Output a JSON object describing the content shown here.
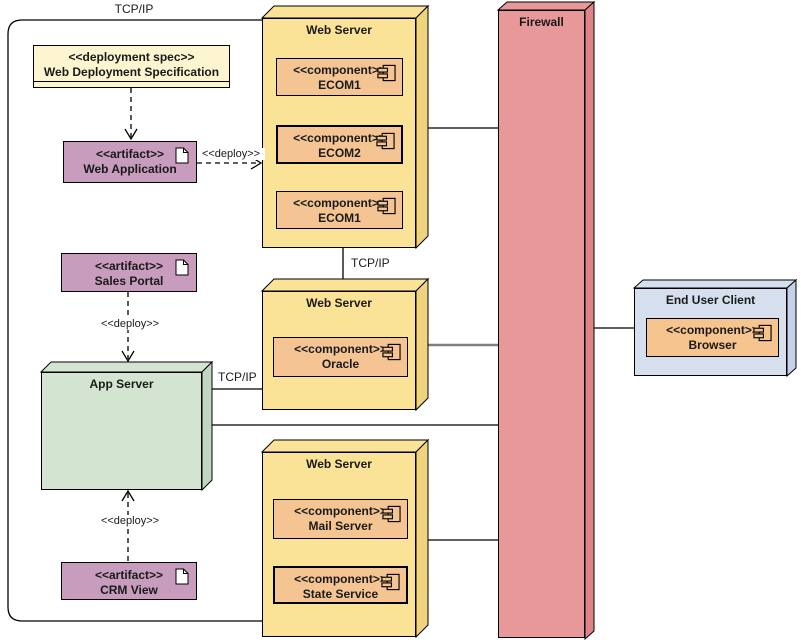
{
  "labels": {
    "tcp_ip": "TCP/IP",
    "deploy": "<<deploy>>"
  },
  "colors": {
    "node_yellow": "#FAE296",
    "component_orange": "#F4C592",
    "artifact_purple": "#C79CBC",
    "spec_yellow": "#FCF5CF",
    "app_server_green": "#D3E5D1",
    "firewall_red": "#E89899",
    "client_blue": "#D5DFEE",
    "gray_connector": "#808080",
    "line_black": "#000000"
  },
  "nodes": {
    "deployment_spec": {
      "stereotype": "<<deployment spec>>",
      "name": "Web Deployment Specification"
    },
    "web_application": {
      "stereotype": "<<artifact>>",
      "name": "Web Application"
    },
    "sales_portal": {
      "stereotype": "<<artifact>>",
      "name": "Sales Portal"
    },
    "crm_view": {
      "stereotype": "<<artifact>>",
      "name": "CRM View"
    },
    "app_server": {
      "title": "App Server"
    },
    "web_server_top": {
      "title": "Web Server",
      "components": [
        {
          "stereotype": "<<component>>",
          "name": "ECOM1"
        },
        {
          "stereotype": "<<component>>",
          "name": "ECOM2"
        },
        {
          "stereotype": "<<component>>",
          "name": "ECOM1"
        }
      ]
    },
    "web_server_middle": {
      "title": "Web Server",
      "components": [
        {
          "stereotype": "<<component>>",
          "name": "Oracle"
        }
      ]
    },
    "web_server_bottom": {
      "title": "Web Server",
      "components": [
        {
          "stereotype": "<<component>>",
          "name": "Mail Server"
        },
        {
          "stereotype": "<<component>>",
          "name": "State Service"
        }
      ]
    },
    "firewall": {
      "title": "Firewall"
    },
    "end_user_client": {
      "title": "End User Client",
      "components": [
        {
          "stereotype": "<<component>>",
          "name": "Browser"
        }
      ]
    }
  }
}
